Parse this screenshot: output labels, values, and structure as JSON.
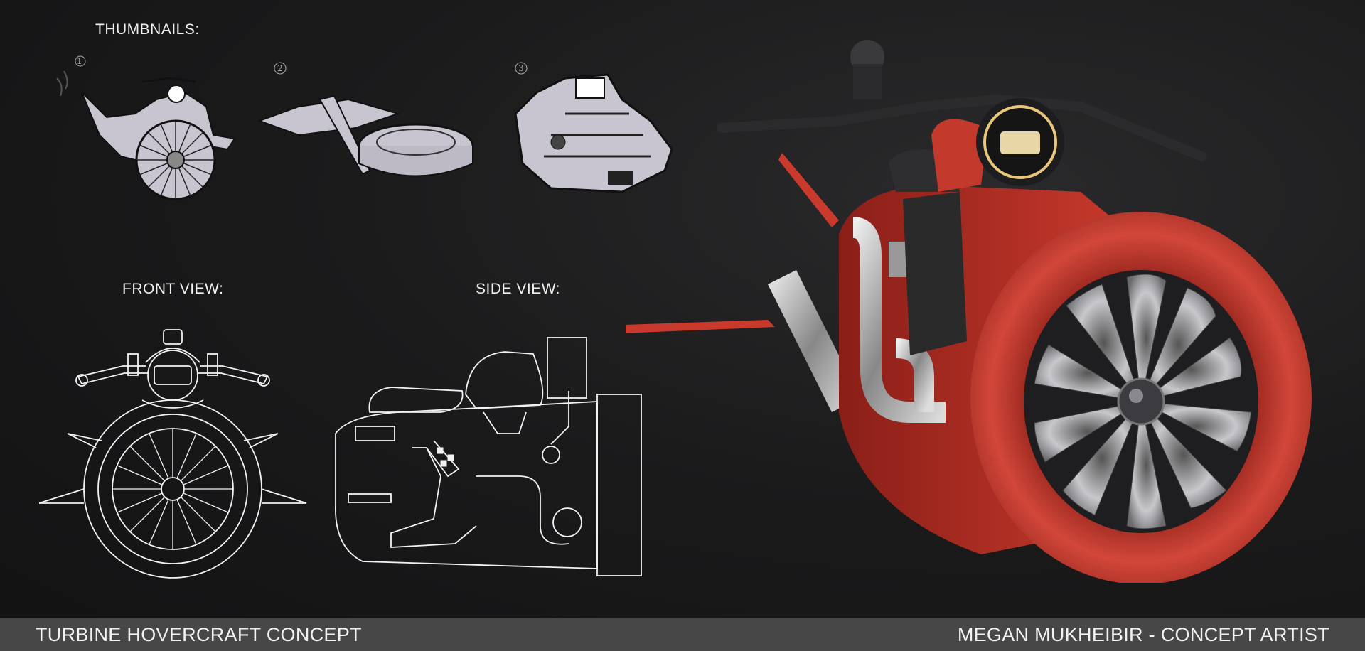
{
  "labels": {
    "thumbnails": "THUMBNAILS:",
    "front_view": "FRONT VIEW:",
    "side_view": "SIDE VIEW:"
  },
  "thumbnail_numbers": [
    "1",
    "2",
    "3"
  ],
  "footer": {
    "title": "TURBINE HOVERCRAFT CONCEPT",
    "credit": "MEGAN MUKHEIBIR - CONCEPT ARTIST"
  },
  "colors": {
    "background": "#161617",
    "footer_bar": "#474747",
    "hull_red": "#c63a2c",
    "line_art": "#f2f2f2",
    "sketch_fill": "#c8c5d0"
  }
}
